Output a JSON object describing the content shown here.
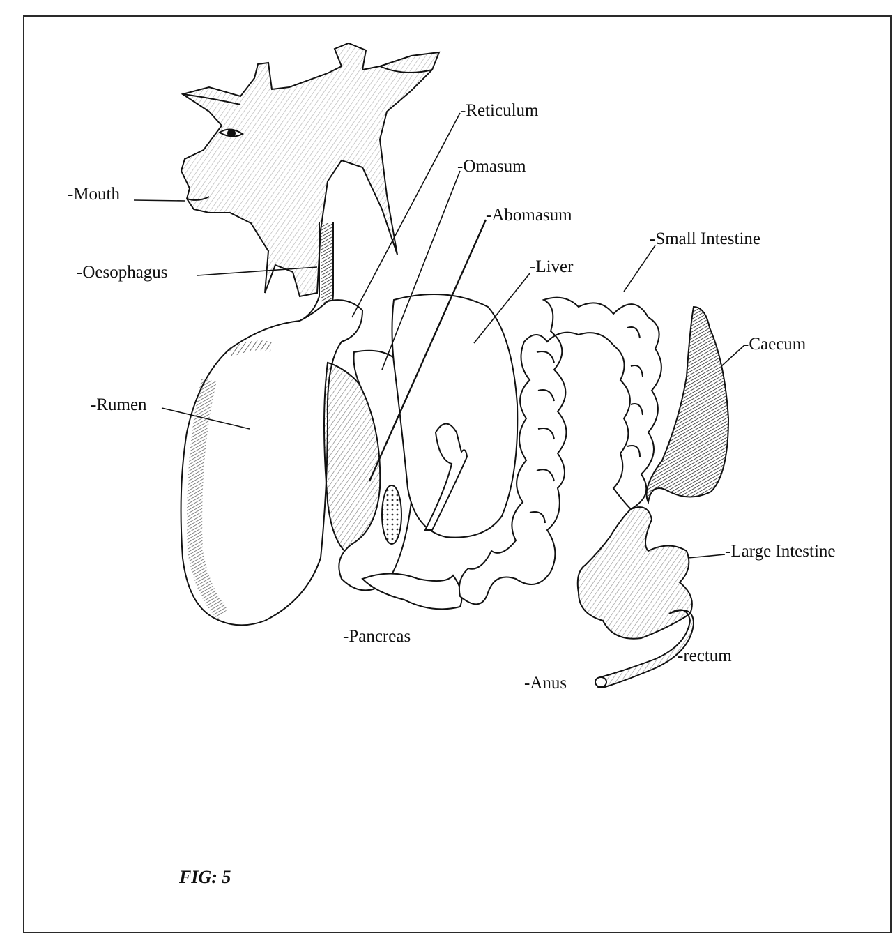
{
  "figure": {
    "caption": "FIG: 5"
  },
  "labels": {
    "mouth": "-Mouth",
    "oesophagus": "-Oesophagus",
    "rumen": "-Rumen",
    "reticulum": "-Reticulum",
    "omasum": "-Omasum",
    "abomasum": "-Abomasum",
    "liver": "-Liver",
    "small_intestine": "-Small Intestine",
    "caecum": "-Caecum",
    "large_intestine": "-Large Intestine",
    "pancreas": "-Pancreas",
    "rectum": "-rectum",
    "anus": "-Anus"
  },
  "colors": {
    "ink": "#111111",
    "paper": "#ffffff",
    "shade": "#3a3a3a"
  }
}
